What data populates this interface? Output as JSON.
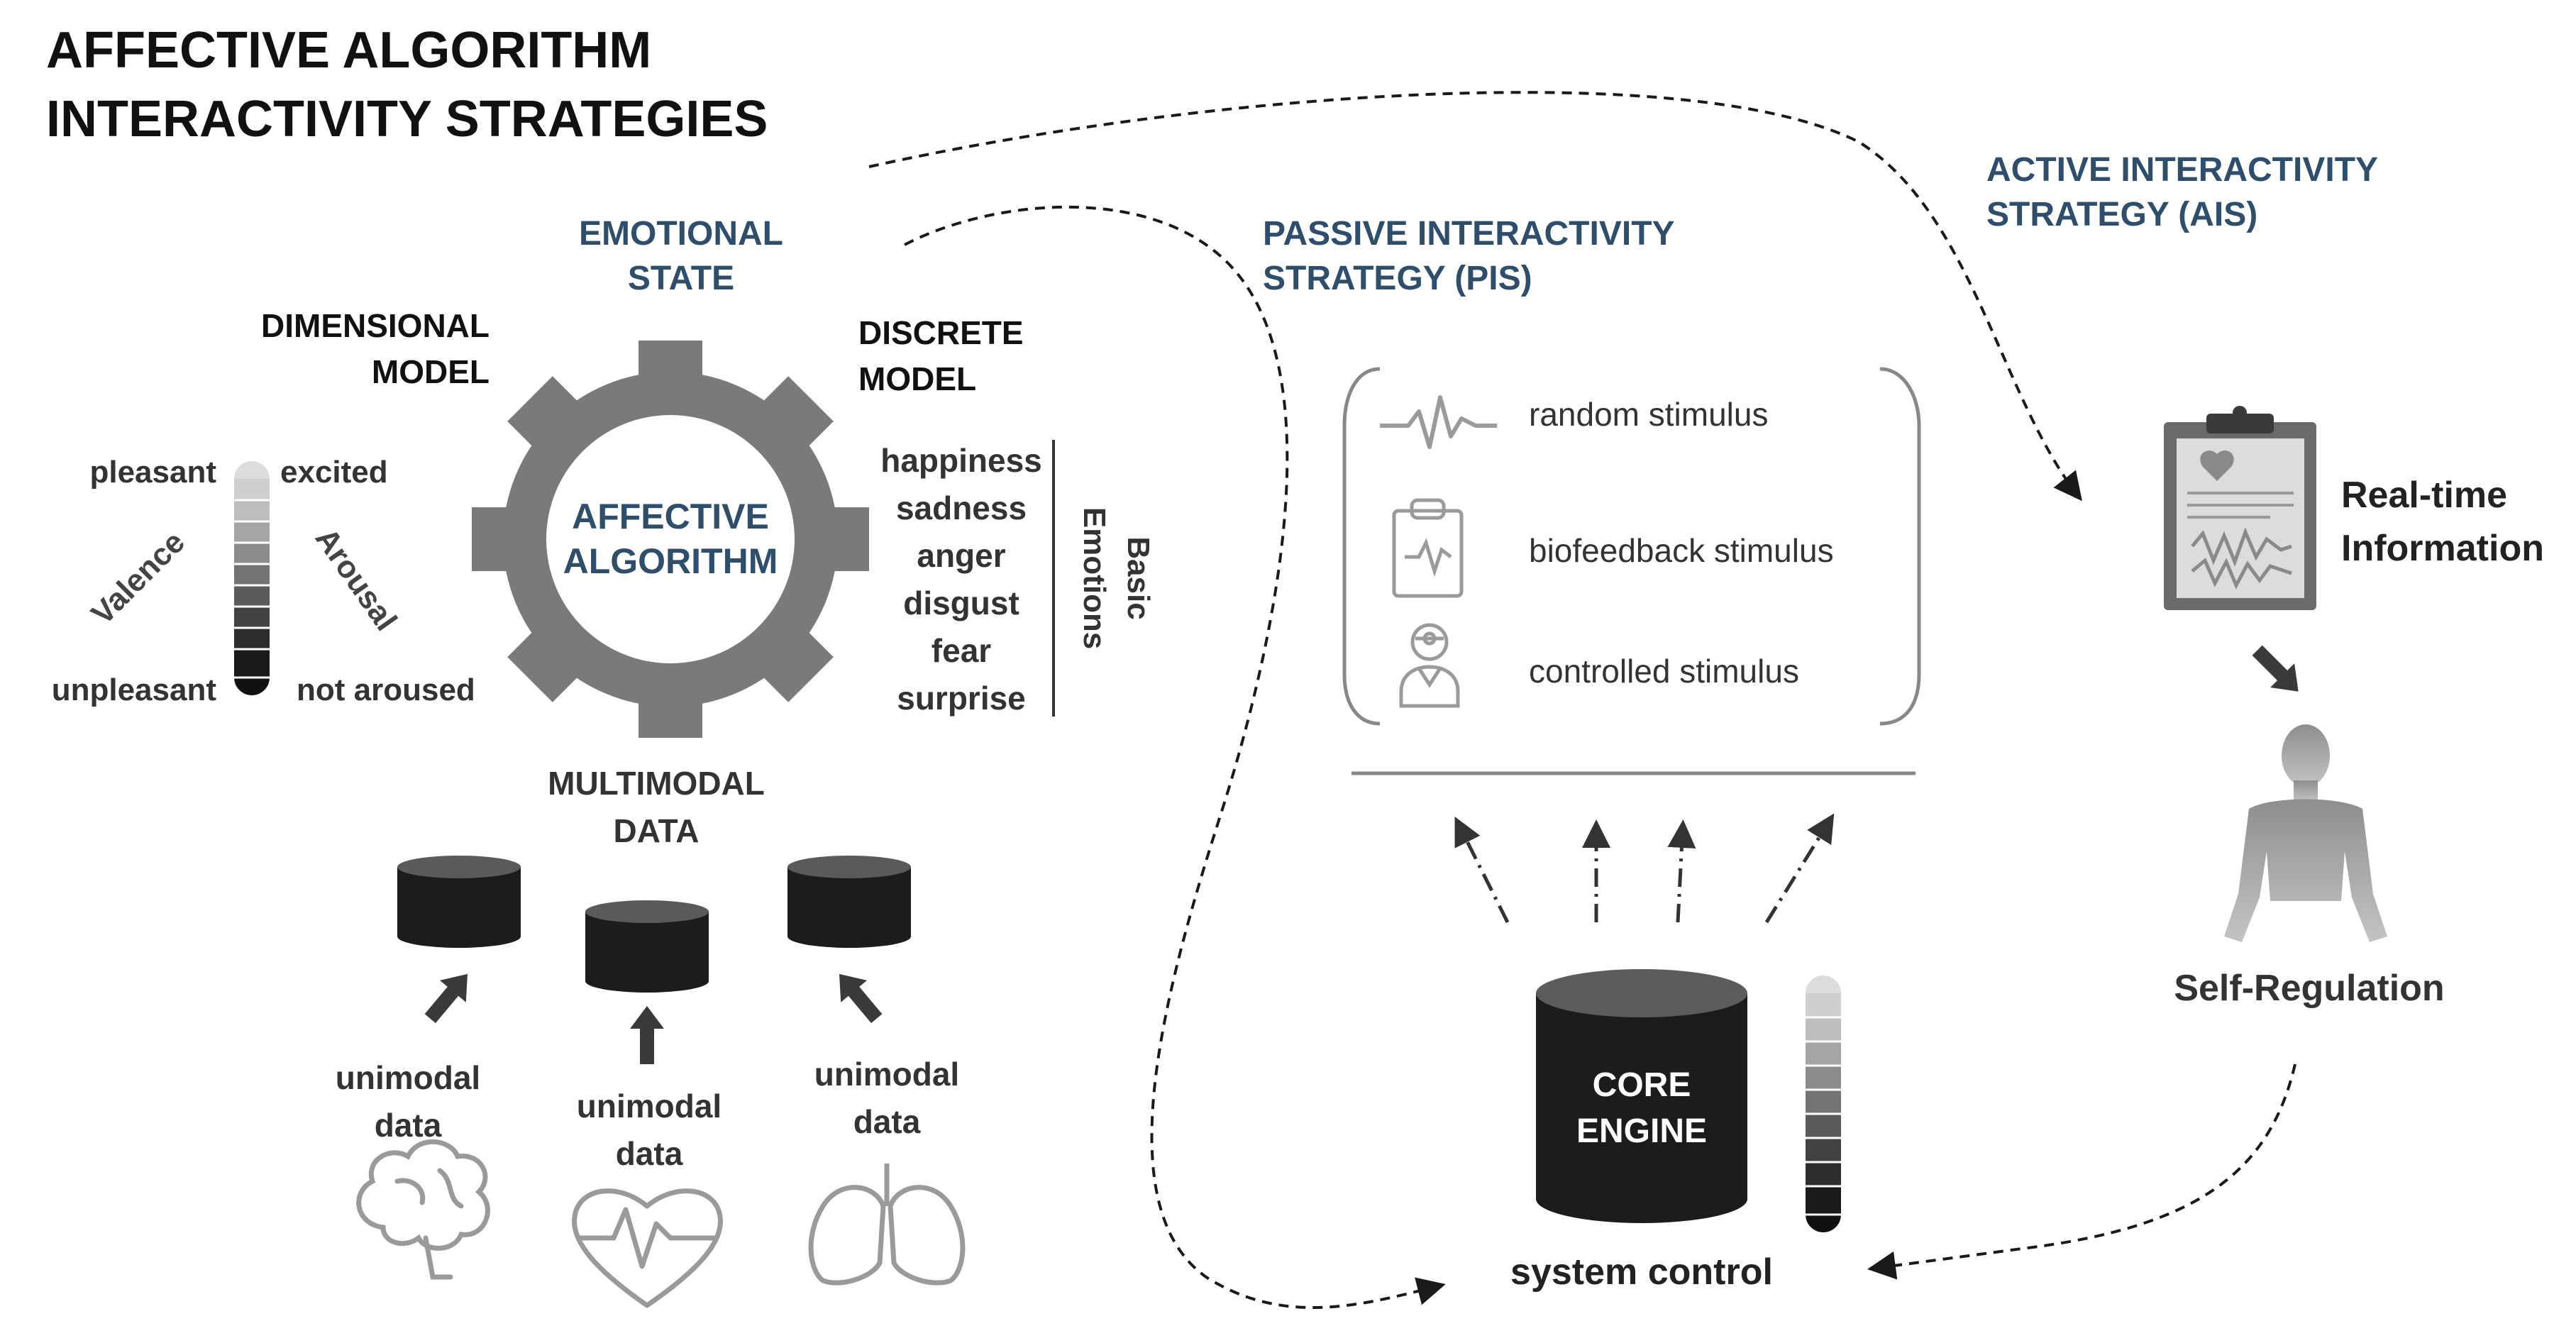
{
  "title": {
    "line1": "AFFECTIVE ALGORITHM",
    "line2": "INTERACTIVITY STRATEGIES"
  },
  "emotional_state": {
    "line1": "EMOTIONAL",
    "line2": "STATE"
  },
  "algorithm": {
    "line1": "AFFECTIVE",
    "line2": "ALGORITHM"
  },
  "dimensional_model": {
    "line1": "DIMENSIONAL",
    "line2": "MODEL",
    "pleasant": "pleasant",
    "unpleasant": "unpleasant",
    "excited": "excited",
    "not_aroused": "not aroused",
    "valence": "Valence",
    "arousal": "Arousal"
  },
  "discrete_model": {
    "line1": "DISCRETE",
    "line2": "MODEL",
    "emotions": [
      "happiness",
      "sadness",
      "anger",
      "disgust",
      "fear",
      "surprise"
    ],
    "group_line1": "Basic",
    "group_line2": "Emotions"
  },
  "multimodal": {
    "line1": "MULTIMODAL",
    "line2": "DATA",
    "sources": [
      {
        "line1": "unimodal",
        "line2": "data",
        "icon": "brain-icon"
      },
      {
        "line1": "unimodal",
        "line2": "data",
        "icon": "heart-icon"
      },
      {
        "line1": "unimodal",
        "line2": "data",
        "icon": "lungs-icon"
      }
    ]
  },
  "pis": {
    "line1": "PASSIVE INTERACTIVITY",
    "line2": "STRATEGY (PIS)",
    "stimuli": [
      {
        "label": "random stimulus",
        "icon": "waveform-icon"
      },
      {
        "label": "biofeedback stimulus",
        "icon": "clipboard-pulse-icon"
      },
      {
        "label": "controlled stimulus",
        "icon": "doctor-icon"
      }
    ]
  },
  "core_engine": {
    "line1": "CORE",
    "line2": "ENGINE",
    "caption": "system control"
  },
  "ais": {
    "line1": "ACTIVE INTERACTIVITY",
    "line2": "STRATEGY (AIS)",
    "info_line1": "Real-time",
    "info_line2": "Information",
    "self_regulation": "Self-Regulation"
  },
  "colors": {
    "heading_blue": "#2e4e6b",
    "gear": "#7a7a7a",
    "cylinder": "#1c1c1c",
    "icon_gray": "#9a9a9a",
    "text": "#1a1a1a"
  }
}
